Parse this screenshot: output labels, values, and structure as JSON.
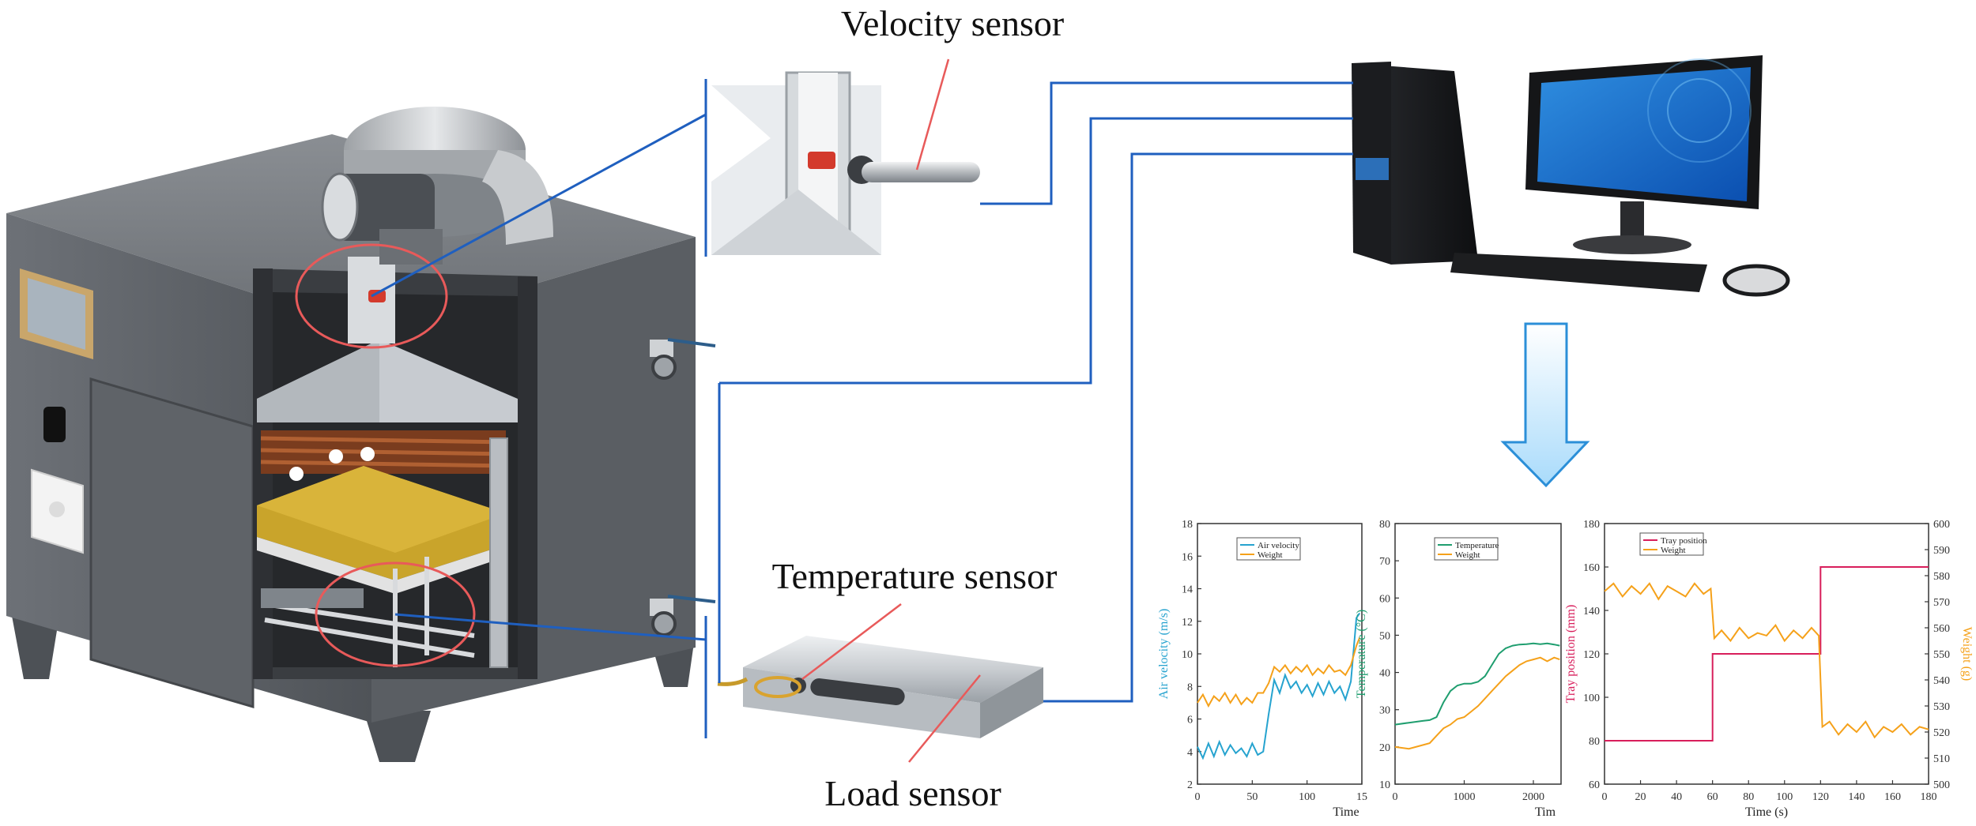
{
  "labels": {
    "velocity_sensor": "Velocity sensor",
    "temperature_sensor": "Temperature sensor",
    "load_sensor": "Load sensor"
  },
  "colors": {
    "wire": "#1f5fbf",
    "callout": "#e85a5a",
    "arrow_fill": "#bfe4fb",
    "arrow_stroke": "#2b8fd8",
    "velocity": "#26a3cf",
    "temperature": "#1f9e6f",
    "tray": "#d81e5b",
    "weight": "#f5a11a"
  },
  "chart_data": [
    {
      "type": "line",
      "xlabel": "Time",
      "ylabel": "Air velocity (m/s)",
      "y2label": "",
      "xlim": [
        0,
        150
      ],
      "ylim": [
        2,
        18
      ],
      "xticks": [
        "0",
        "50",
        "100",
        "15"
      ],
      "yticks": [
        "2",
        "4",
        "6",
        "8",
        "10",
        "12",
        "14",
        "16",
        "18"
      ],
      "legend_position": "top-center",
      "series": [
        {
          "name": "Air velocity",
          "axis": "left",
          "x": [
            0,
            5,
            10,
            15,
            20,
            25,
            30,
            35,
            40,
            45,
            50,
            55,
            60,
            65,
            70,
            75,
            80,
            85,
            90,
            95,
            100,
            105,
            110,
            115,
            120,
            125,
            130,
            135,
            140,
            145,
            148
          ],
          "values": [
            4.3,
            3.6,
            4.5,
            3.7,
            4.6,
            3.8,
            4.4,
            3.9,
            4.2,
            3.7,
            4.5,
            3.8,
            4.0,
            6.3,
            8.4,
            7.6,
            8.7,
            7.9,
            8.3,
            7.6,
            8.1,
            7.4,
            8.2,
            7.5,
            8.3,
            7.6,
            8.0,
            7.2,
            8.3,
            12.2,
            12.5
          ]
        },
        {
          "name": "Weight",
          "axis": "left",
          "x": [
            0,
            5,
            10,
            15,
            20,
            25,
            30,
            35,
            40,
            45,
            50,
            55,
            60,
            65,
            70,
            75,
            80,
            85,
            90,
            95,
            100,
            105,
            110,
            115,
            120,
            125,
            130,
            135,
            140,
            145,
            148
          ],
          "values": [
            7.0,
            7.5,
            6.8,
            7.4,
            7.1,
            7.6,
            7.0,
            7.5,
            6.9,
            7.3,
            7.0,
            7.6,
            7.6,
            8.2,
            9.2,
            8.9,
            9.3,
            8.8,
            9.2,
            8.9,
            9.3,
            8.7,
            9.1,
            8.8,
            9.3,
            8.9,
            9.0,
            8.7,
            9.3,
            10.5,
            11.0
          ]
        }
      ]
    },
    {
      "type": "line",
      "xlabel": "Tim",
      "ylabel": "Temperature (°C)",
      "y2label": "",
      "xlim": [
        0,
        2400
      ],
      "ylim": [
        10,
        80
      ],
      "xticks": [
        "0",
        "1000",
        "2000"
      ],
      "yticks": [
        "10",
        "20",
        "30",
        "40",
        "50",
        "60",
        "70",
        "80"
      ],
      "legend_position": "top-center",
      "series": [
        {
          "name": "Temperature",
          "axis": "left",
          "x": [
            0,
            200,
            400,
            500,
            600,
            700,
            800,
            900,
            1000,
            1100,
            1200,
            1300,
            1400,
            1500,
            1600,
            1700,
            1800,
            1900,
            2000,
            2100,
            2200,
            2300,
            2380
          ],
          "values": [
            26,
            26.5,
            27,
            27.2,
            28,
            32,
            35,
            36.5,
            37,
            37,
            37.5,
            39,
            42,
            45,
            46.5,
            47.2,
            47.5,
            47.6,
            47.8,
            47.6,
            47.8,
            47.5,
            47.2
          ]
        },
        {
          "name": "Weight",
          "axis": "left",
          "x": [
            0,
            200,
            400,
            500,
            600,
            700,
            800,
            900,
            1000,
            1100,
            1200,
            1300,
            1400,
            1500,
            1600,
            1700,
            1800,
            1900,
            2000,
            2100,
            2200,
            2300,
            2380
          ],
          "values": [
            20,
            19.5,
            20.5,
            21,
            23,
            25,
            26,
            27.5,
            28,
            29.5,
            31,
            33,
            35,
            37,
            39,
            40.5,
            42,
            43,
            43.5,
            44,
            43,
            44,
            43.5
          ]
        }
      ]
    },
    {
      "type": "line",
      "xlabel": "Time (s)",
      "ylabel": "Tray position (mm)",
      "y2label": "Weight (g)",
      "xlim": [
        0,
        180
      ],
      "ylim": [
        60,
        180
      ],
      "y2lim": [
        500,
        600
      ],
      "xticks": [
        "0",
        "20",
        "40",
        "60",
        "80",
        "100",
        "120",
        "140",
        "160",
        "180"
      ],
      "yticks": [
        "60",
        "80",
        "100",
        "120",
        "140",
        "160",
        "180"
      ],
      "y2ticks": [
        "500",
        "510",
        "520",
        "530",
        "540",
        "550",
        "560",
        "570",
        "580",
        "590",
        "600"
      ],
      "legend_position": "top-left",
      "series": [
        {
          "name": "Tray position",
          "axis": "left",
          "x": [
            0,
            60,
            60,
            120,
            120,
            180
          ],
          "values": [
            80,
            80,
            120,
            120,
            160,
            160
          ]
        },
        {
          "name": "Weight",
          "axis": "right",
          "x": [
            0,
            5,
            10,
            15,
            20,
            25,
            30,
            35,
            40,
            45,
            50,
            55,
            59,
            61,
            65,
            70,
            75,
            80,
            85,
            90,
            95,
            100,
            105,
            110,
            115,
            119,
            121,
            125,
            130,
            135,
            140,
            145,
            150,
            155,
            160,
            165,
            170,
            175,
            180
          ],
          "values": [
            574,
            577,
            572,
            576,
            573,
            577,
            571,
            576,
            574,
            572,
            577,
            573,
            575,
            556,
            559,
            555,
            560,
            556,
            558,
            557,
            561,
            555,
            559,
            556,
            560,
            557,
            522,
            524,
            519,
            523,
            520,
            524,
            518,
            522,
            520,
            523,
            519,
            522,
            521
          ]
        }
      ]
    }
  ]
}
